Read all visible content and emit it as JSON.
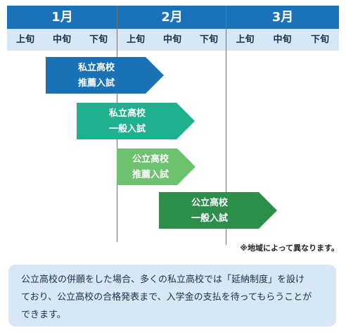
{
  "timeline": {
    "months": [
      "1月",
      "2月",
      "3月"
    ],
    "subperiods": [
      "上旬",
      "中旬",
      "下旬",
      "上旬",
      "中旬",
      "下旬",
      "上旬",
      "中旬",
      "下旬"
    ],
    "bars": [
      {
        "line1": "私立高校",
        "line2": "推薦入試",
        "color": "#1a72b5"
      },
      {
        "line1": "私立高校",
        "line2": "一般入試",
        "color": "#1fb08f"
      },
      {
        "line1": "公立高校",
        "line2": "推薦入試",
        "color": "#6ec16e"
      },
      {
        "line1": "公立高校",
        "line2": "一般入試",
        "color": "#2d8e4a"
      }
    ]
  },
  "note": "※地域によって異なります。",
  "info": {
    "lines": [
      "公立高校の併願をした場合、多くの私立高校では「延納制度」を設け",
      "ており、公立高校の合格発表まで、入学金の支払を待ってもらうことが",
      "できます。"
    ]
  },
  "colors": {
    "month_header": "#1a73b8",
    "sub_header": "#d8e7f5",
    "info_background": "#d8e7f5"
  }
}
